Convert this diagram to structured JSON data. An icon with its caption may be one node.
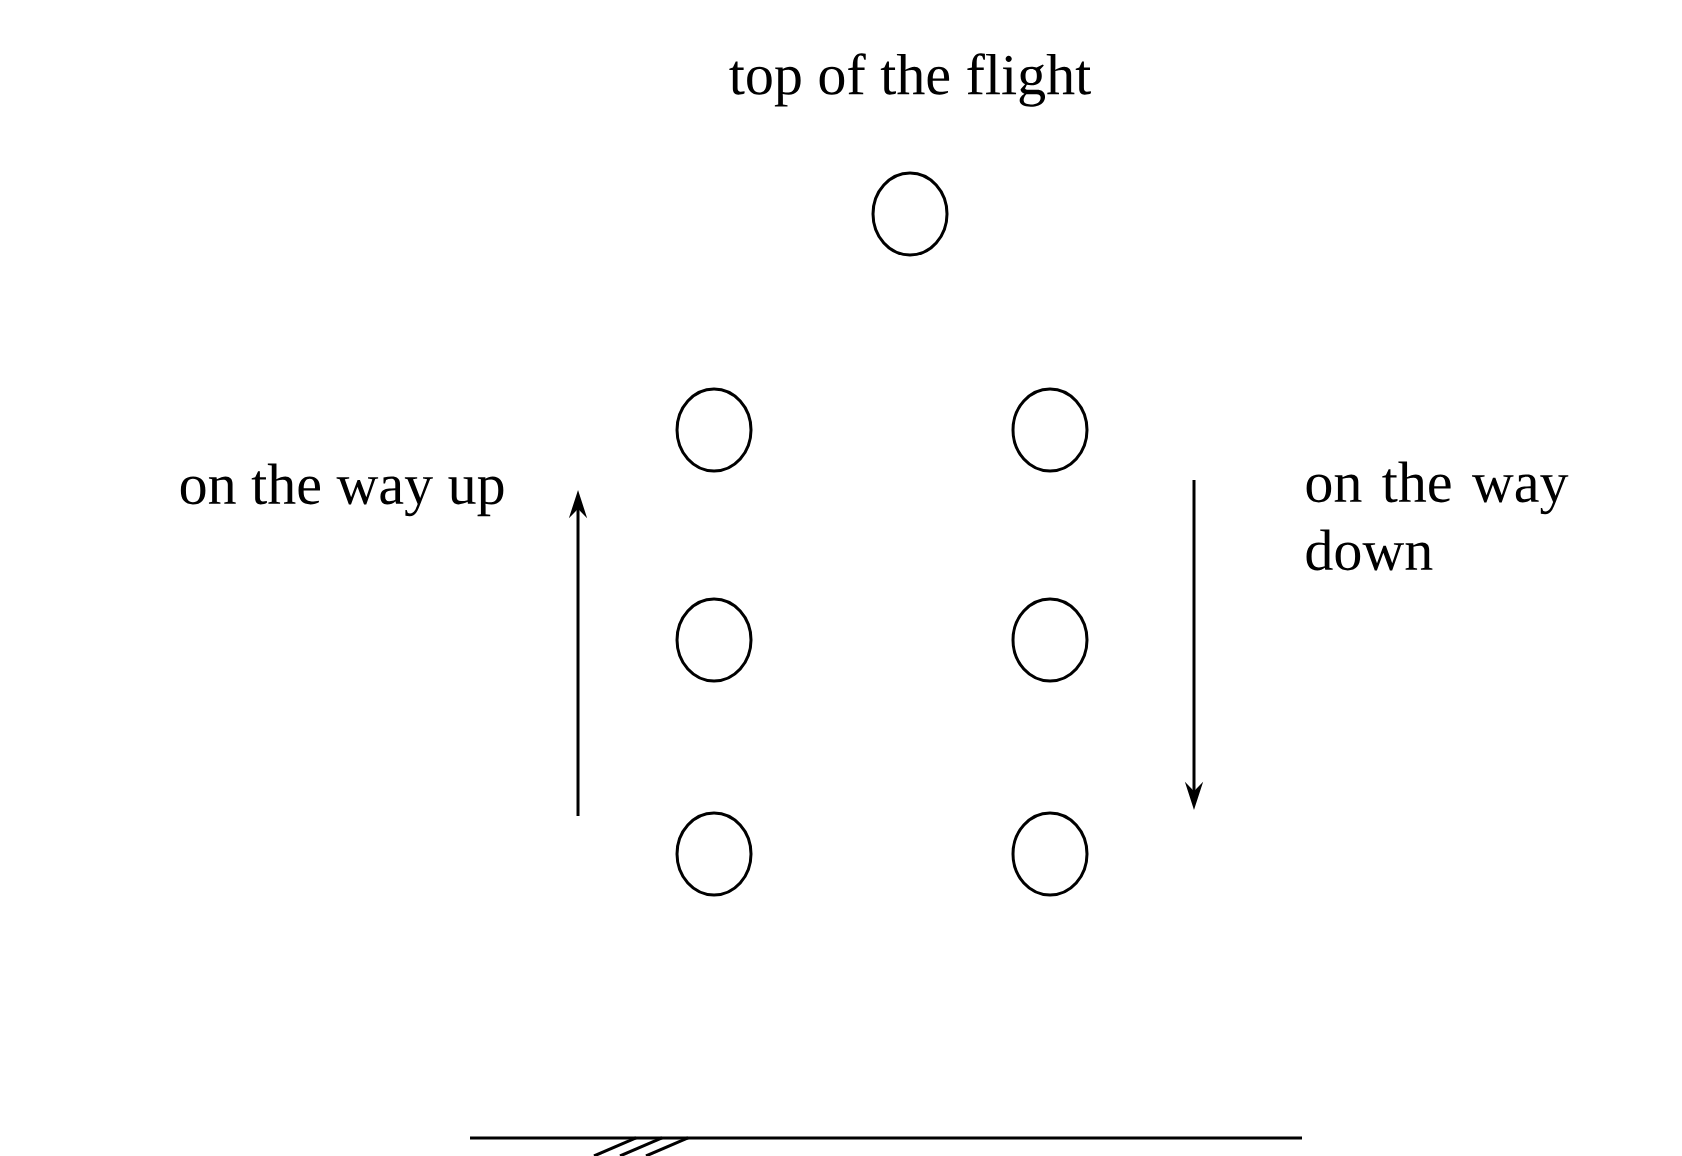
{
  "diagram": {
    "nodes": [
      {
        "text": [],
        "shape": "circle"
      },
      {
        "text": [],
        "shape": "circle"
      },
      {
        "text": [],
        "shape": "circle"
      },
      {
        "text": [],
        "shape": "circle"
      },
      {
        "text": [],
        "shape": "circle"
      },
      {
        "text": [],
        "shape": "circle"
      },
      {
        "text": [],
        "shape": "circle"
      }
    ],
    "labels": [
      "top of the flight",
      "on the way up",
      "on the way down"
    ]
  }
}
